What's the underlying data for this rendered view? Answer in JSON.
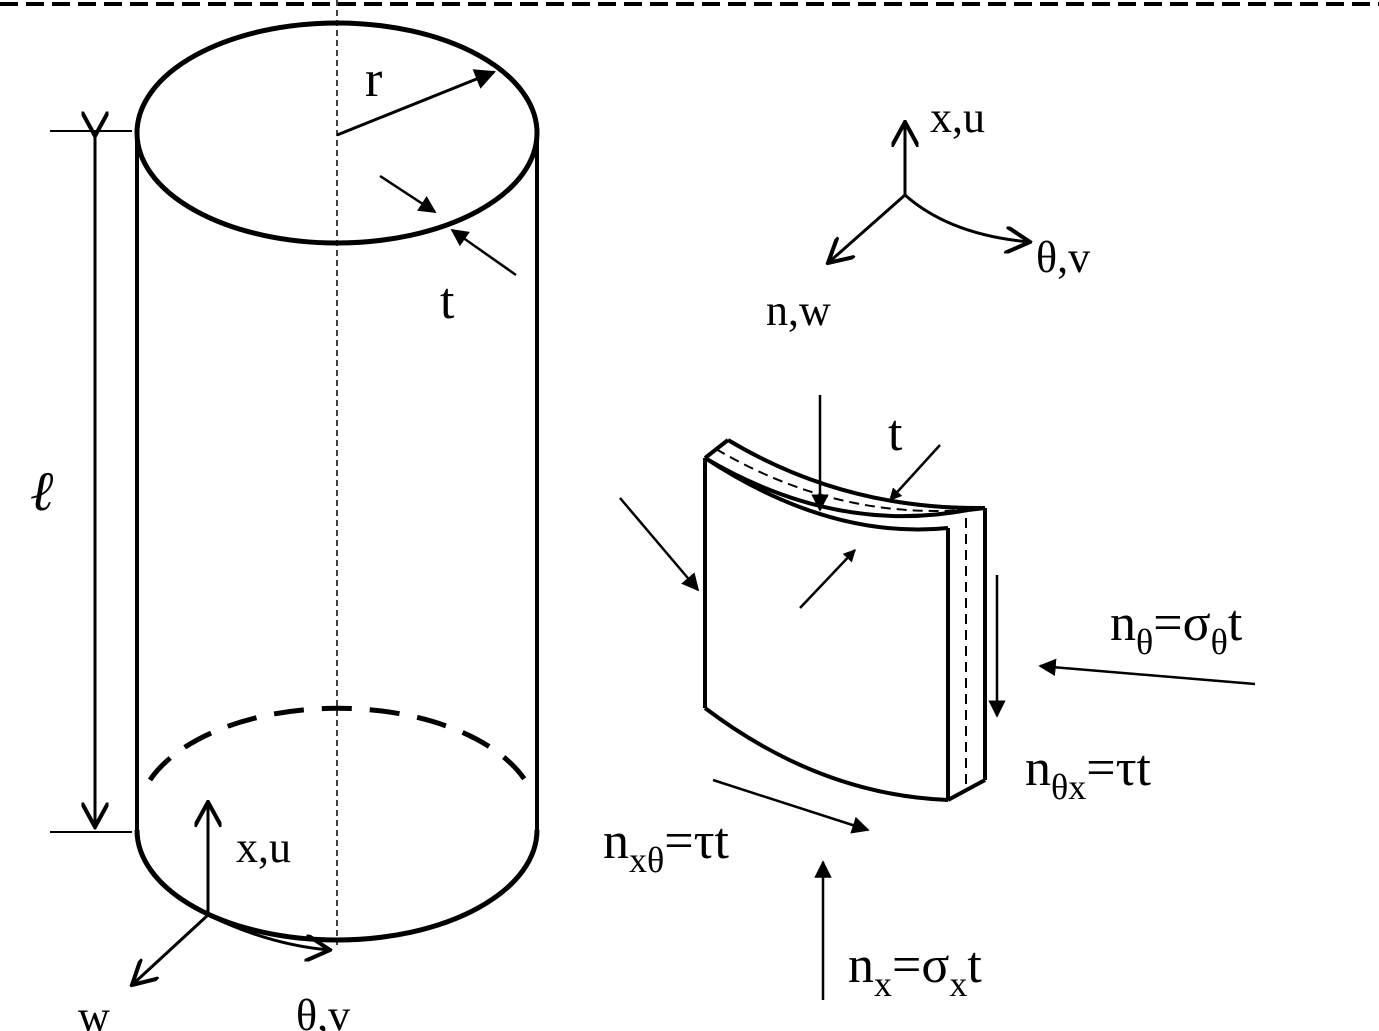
{
  "cylinder": {
    "radius_label": "r",
    "thickness_label": "t",
    "length_label": "ℓ",
    "axis_x_label": "x,u",
    "axis_theta_label": "θ,v",
    "axis_n_label": "w"
  },
  "triad": {
    "x_label": "x,u",
    "theta_label": "θ,v",
    "n_label": "n,w"
  },
  "element": {
    "thickness_label": "t",
    "n_theta": {
      "main": "n",
      "sub1": "θ",
      "eq": "=σ",
      "sub2": "θ",
      "tail": "t"
    },
    "n_theta_x": {
      "main": "n",
      "sub": "θx",
      "tail": "=τt"
    },
    "n_x_theta": {
      "main": "n",
      "sub": "xθ",
      "tail": "=τt"
    },
    "n_x": {
      "main": "n",
      "sub1": "x",
      "eq": "=σ",
      "sub2": "x",
      "tail": "t"
    }
  }
}
